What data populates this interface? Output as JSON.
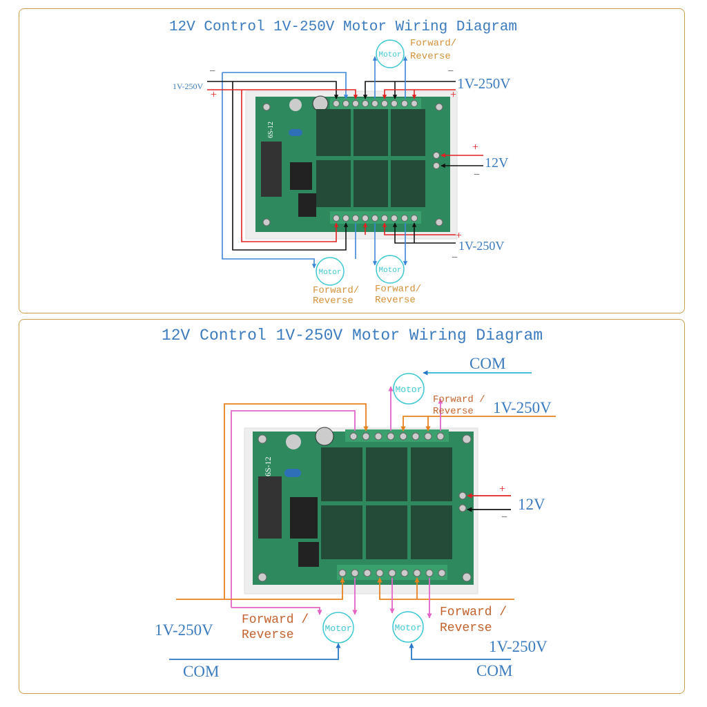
{
  "colors": {
    "title": "#3b7bbf",
    "border": "#c9a04a",
    "motor": "#3cc8d2",
    "fr_top": "#d4913a",
    "fr_bottom": "#c4622d",
    "red": "#e02020",
    "black": "#111111",
    "blue": "#3a86d8",
    "orange": "#e8821e",
    "pink": "#e464c8",
    "cyan": "#2ab4d4",
    "pcb": "#2e8a5e",
    "relay": "#1f4f3a"
  },
  "top": {
    "title": "12V Control 1V-250V Motor Wiring Diagram",
    "motor_label": "Motor",
    "forward": "Forward/",
    "reverse": "Reverse",
    "voltage": "1V-250V",
    "control": "12V",
    "plus": "+",
    "minus": "−",
    "board_text": "6S-12"
  },
  "bottom": {
    "title": "12V Control 1V-250V Motor Wiring Diagram",
    "motor_label": "Motor",
    "forward": "Forward /",
    "reverse": "Reverse",
    "voltage": "1V-250V",
    "control": "12V",
    "com": "COM",
    "plus": "+",
    "minus": "−",
    "board_text": "6S-12"
  }
}
